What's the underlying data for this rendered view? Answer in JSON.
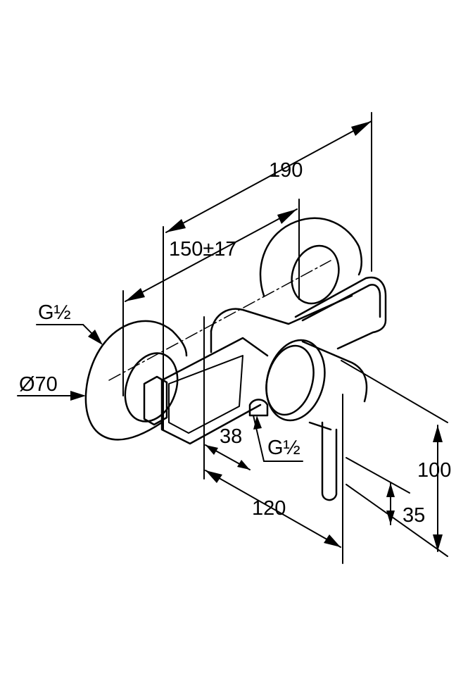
{
  "drawing": {
    "dimensions": {
      "overall_width": "190",
      "center_distance": "150±17",
      "inlet_thread_left": "G½",
      "rosette_diameter": "Ø70",
      "outlet_offset": "38",
      "outlet_thread": "G½",
      "projection": "120",
      "height_total": "100",
      "height_outlet": "35"
    },
    "colors": {
      "line": "#000000",
      "background": "#ffffff"
    }
  }
}
